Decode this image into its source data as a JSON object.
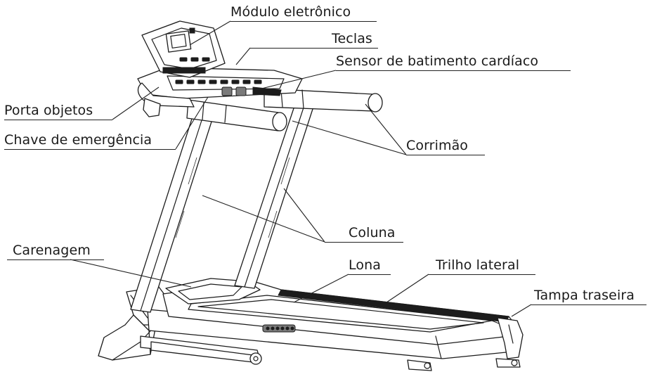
{
  "labels": {
    "modulo": "Módulo eletrônico",
    "teclas": "Teclas",
    "sensor": "Sensor de batimento cardíaco",
    "porta": "Porta objetos",
    "chave": "Chave de emergência",
    "corrimao": "Corrimão",
    "coluna": "Coluna",
    "carenagem": "Carenagem",
    "lona": "Lona",
    "trilho": "Trilho lateral",
    "tampa": "Tampa traseira"
  }
}
